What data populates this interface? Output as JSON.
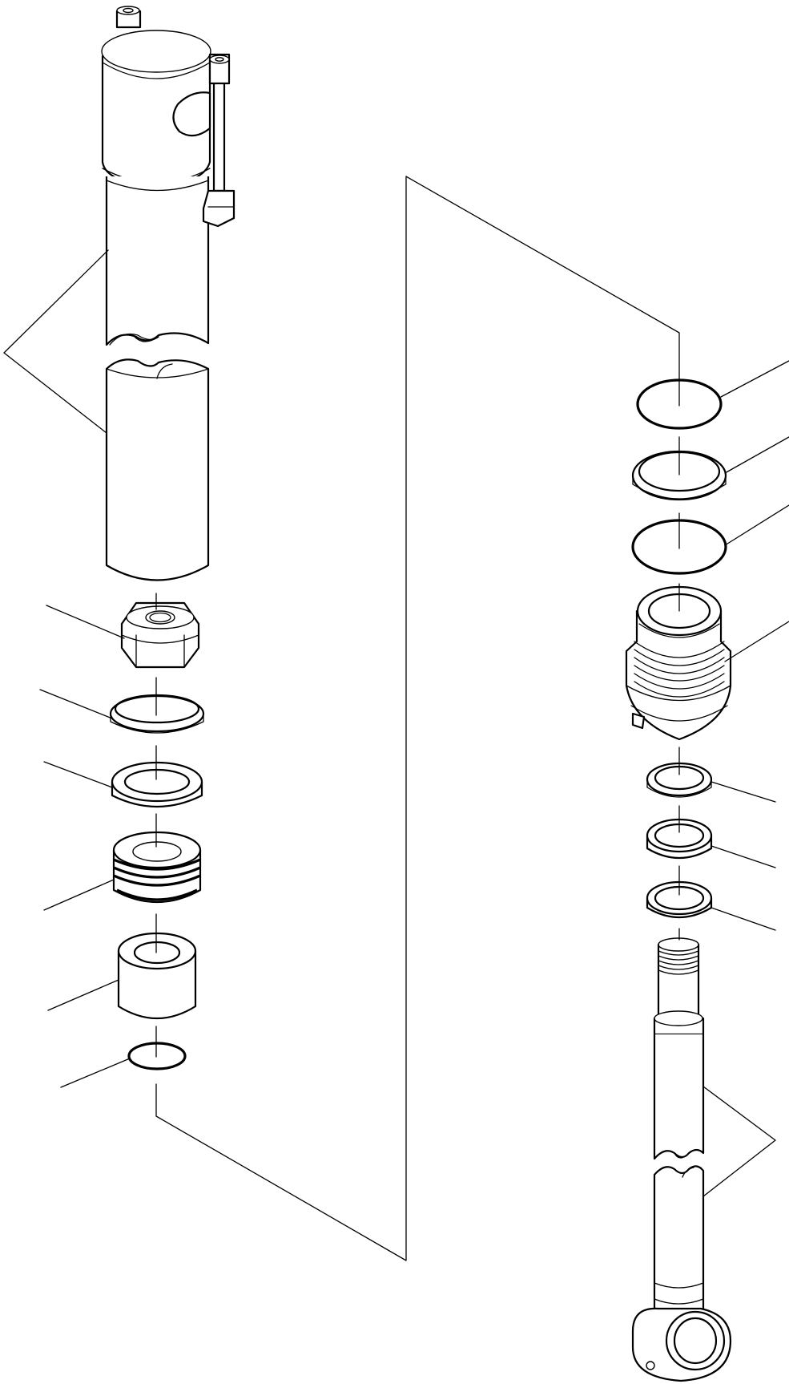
{
  "diagram": {
    "kind": "exploded parts view",
    "colors": {
      "line": "#000000",
      "background": "#ffffff"
    },
    "parts_left": [
      "cylinder-tube",
      "piston-nut",
      "piston-ring",
      "wear-ring",
      "piston",
      "spacer",
      "o-ring-small"
    ],
    "parts_right": [
      "o-ring-top",
      "backup-ring",
      "o-ring-large",
      "cylinder-head",
      "rod-seal",
      "rod-bushing",
      "dust-seal",
      "piston-rod"
    ]
  }
}
